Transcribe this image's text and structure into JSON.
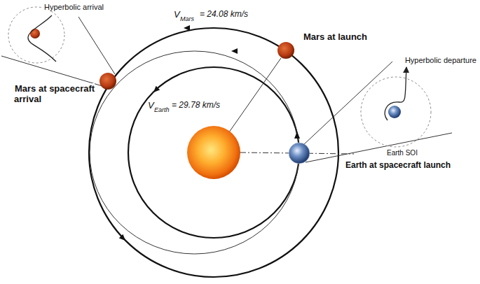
{
  "diagram": {
    "labels": [
      "Hyperbolic arrival",
      "V",
      "Mars",
      "= 24.08 km/s",
      "Mars at launch",
      "Hyperbolic departure",
      "Earth SOI",
      "Mars at spacecraft arrival",
      "V",
      "Earth",
      "= 29.78 km/s",
      "Earth at spacecraft launch"
    ]
  }
}
